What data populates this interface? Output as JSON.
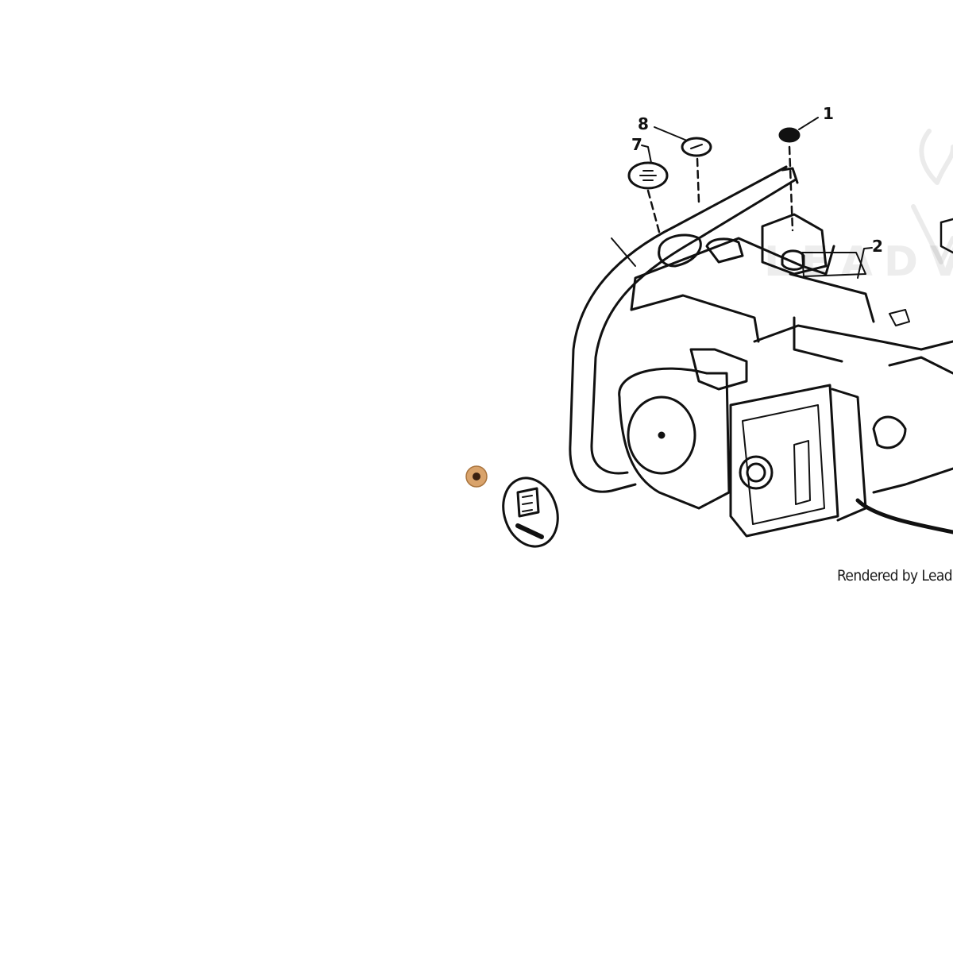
{
  "diagram": {
    "callouts": [
      {
        "id": "1",
        "label": "1"
      },
      {
        "id": "2",
        "label": "2"
      },
      {
        "id": "7",
        "label": "7"
      },
      {
        "id": "8",
        "label": "8"
      }
    ],
    "footer_text": "Rendered by Lead'",
    "watermark_text": "LEADVE",
    "highlight_color": "#d9a36b",
    "line_color": "#111111"
  }
}
